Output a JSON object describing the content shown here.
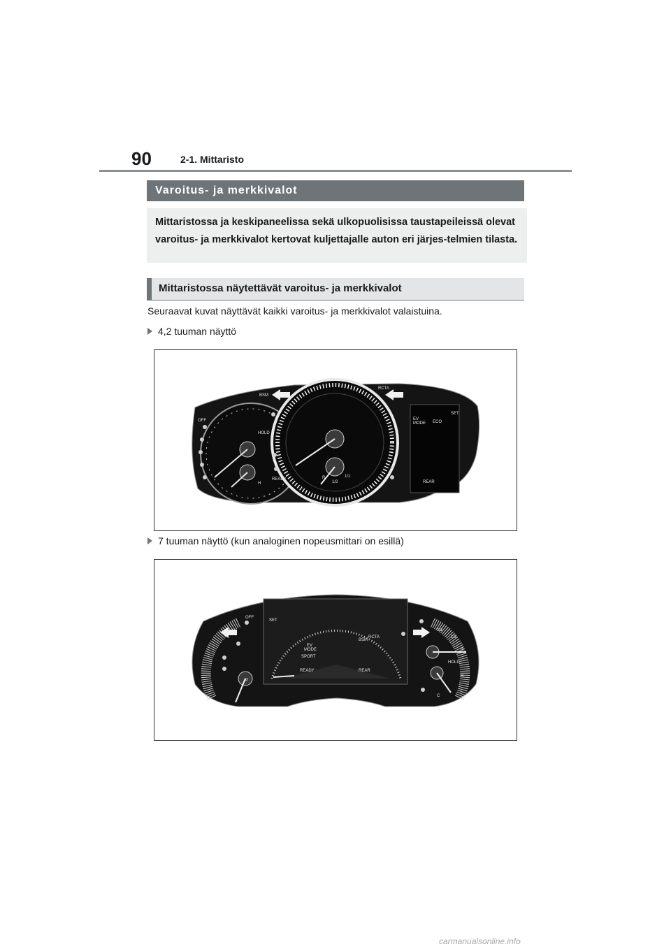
{
  "header": {
    "page_number": "90",
    "section": "2-1. Mittaristo"
  },
  "section_title": "Varoitus- ja merkkivalot",
  "intro_text": "Mittaristossa ja keskipaneelissa sekä ulkopuolisissa taustapeileissä olevat varoitus- ja merkkivalot kertovat kuljettajalle auton eri järjes-telmien tilasta.",
  "sub_heading": "Mittaristossa näytettävät varoitus- ja merkkivalot",
  "body_text": "Seuraavat kuvat näyttävät kaikki varoitus- ja merkkivalot valaistuina.",
  "bullets": [
    "4,2 tuuman näyttö",
    "7 tuuman näyttö (kun analoginen nopeusmittari on esillä)"
  ],
  "cluster1_labels": {
    "bsm": "BSM",
    "rcta": "RCTA",
    "off": "OFF",
    "hold": "HOLD",
    "ready": "READY",
    "ev": "EV",
    "mode": "MODE",
    "eco": "ECO",
    "set": "SET",
    "rear": "REAR",
    "half": "1/2",
    "full": "1/1",
    "r": "R",
    "h": "H"
  },
  "cluster2_labels": {
    "off": "OFF",
    "set": "SET",
    "ev": "EV",
    "mode": "MODE",
    "sport": "SPORT",
    "bsm": "BSM",
    "rcta": "RCTA",
    "ready": "READY",
    "rear": "REAR",
    "hold": "HOLD",
    "full": "1/1",
    "half": "1/2",
    "r": "R",
    "h": "H",
    "c": "C",
    "p": "P"
  },
  "watermark": "carmanualsonline.info"
}
